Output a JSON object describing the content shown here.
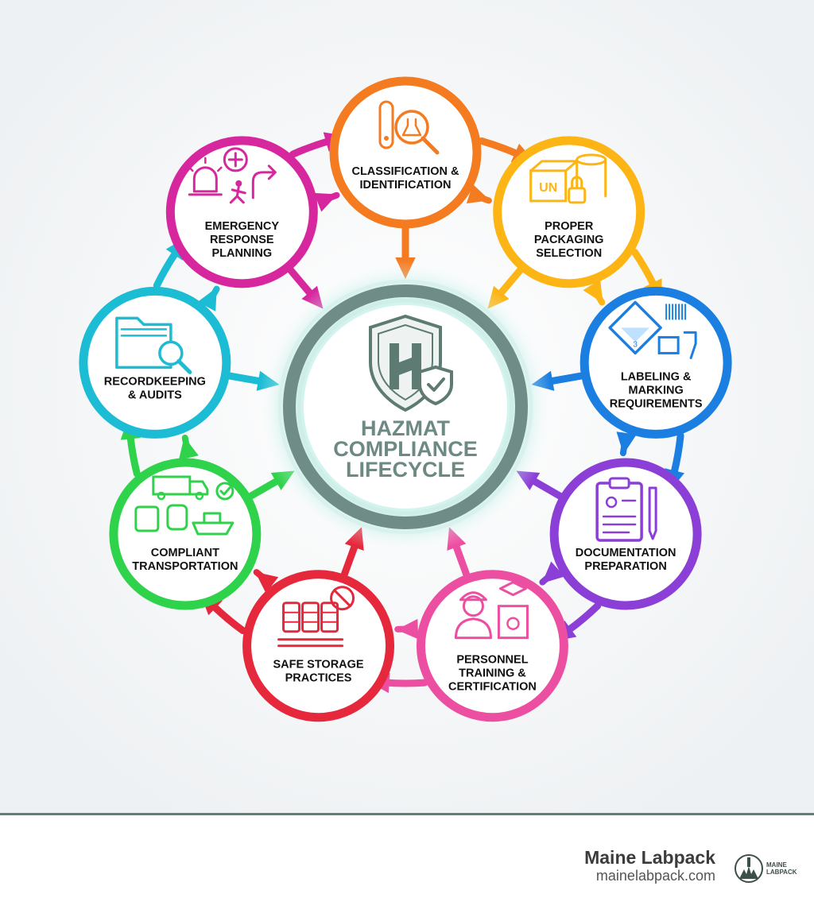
{
  "center": {
    "title_lines": [
      "HAZMAT",
      "COMPLIANCE",
      "LIFECYCLE"
    ]
  },
  "steps": [
    {
      "id": "classification",
      "lines": [
        "CLASSIFICATION &",
        "IDENTIFICATION"
      ],
      "color": "#f47b20",
      "icon": "test-tube-magnifier-icon"
    },
    {
      "id": "packaging",
      "lines": [
        "PROPER",
        "PACKAGING",
        "SELECTION"
      ],
      "color": "#fdb515",
      "icon": "un-box-drum-lock-icon",
      "icon_text": "UN"
    },
    {
      "id": "labeling",
      "lines": [
        "LABELING &",
        "MARKING",
        "REQUIREMENTS"
      ],
      "color": "#1a7fe0",
      "icon": "hazard-label-barcode-scanner-icon",
      "icon_text": "3"
    },
    {
      "id": "documentation",
      "lines": [
        "DOCUMENTATION",
        "PREPARATION"
      ],
      "color": "#8b3fd6",
      "icon": "clipboard-pen-icon"
    },
    {
      "id": "training",
      "lines": [
        "PERSONNEL",
        "TRAINING &",
        "CERTIFICATION"
      ],
      "color": "#ec4fa1",
      "icon": "worker-certificate-icon"
    },
    {
      "id": "storage",
      "lines": [
        "SAFE STORAGE",
        "PRACTICES"
      ],
      "color": "#e5283c",
      "icon": "drums-pallet-icon"
    },
    {
      "id": "transportation",
      "lines": [
        "COMPLIANT",
        "TRANSPORTATION"
      ],
      "color": "#2fd24b",
      "icon": "truck-train-ship-icon"
    },
    {
      "id": "recordkeeping",
      "lines": [
        "RECORDKEEPING",
        "& AUDITS"
      ],
      "color": "#1cbcd4",
      "icon": "folder-magnifier-icon"
    },
    {
      "id": "emergency",
      "lines": [
        "EMERGENCY",
        "RESPONSE",
        "PLANNING"
      ],
      "color": "#d6279f",
      "icon": "siren-medical-exit-icon"
    }
  ],
  "footer": {
    "brand": "Maine Labpack",
    "url": "mainelabpack.com",
    "logo_text": [
      "MAINE",
      "LABPACK"
    ]
  }
}
